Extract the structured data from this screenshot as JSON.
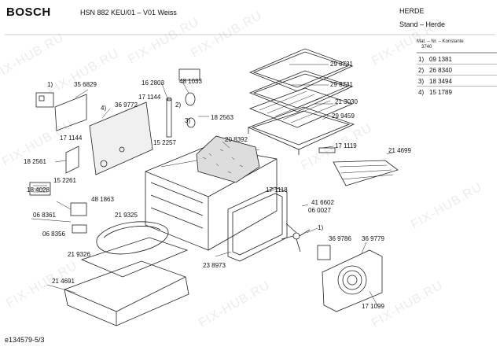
{
  "header": {
    "brand": "BOSCH",
    "model": "HSN 882 KEU/01 – V01 Weiss",
    "appliance": "HERDE",
    "appliance_sub": "Stand – Herde"
  },
  "legend": {
    "head1": "Mat. – Nr. – Konstante",
    "head2": "3740",
    "rows": [
      {
        "idx": "1)",
        "num": "09 1381"
      },
      {
        "idx": "2)",
        "num": "26 8340"
      },
      {
        "idx": "3)",
        "num": "18 3494"
      },
      {
        "idx": "4)",
        "num": "15 1789"
      }
    ]
  },
  "footer": "e134579-5/3",
  "watermark": "FIX-HUB.RU",
  "parts": [
    "1)",
    "35 6829",
    "16 2803",
    "48 1033",
    "29 8731",
    "29 8731",
    "4)",
    "36 9772",
    "17 1144",
    "2)",
    "21 3030",
    "3)",
    "18 2563",
    "29 9459",
    "17 1144",
    "15 2257",
    "20 8392",
    "17 1119",
    "21 4699",
    "18 2561",
    "15 2261",
    "18 4028",
    "48 1863",
    "17 1118",
    "41 6602",
    "06 0027",
    "21 9325",
    "06 8361",
    "06 8356",
    "1)",
    "36 9786",
    "36 9779",
    "21 9326",
    "23 8973",
    "21 4691",
    "17 1099"
  ]
}
